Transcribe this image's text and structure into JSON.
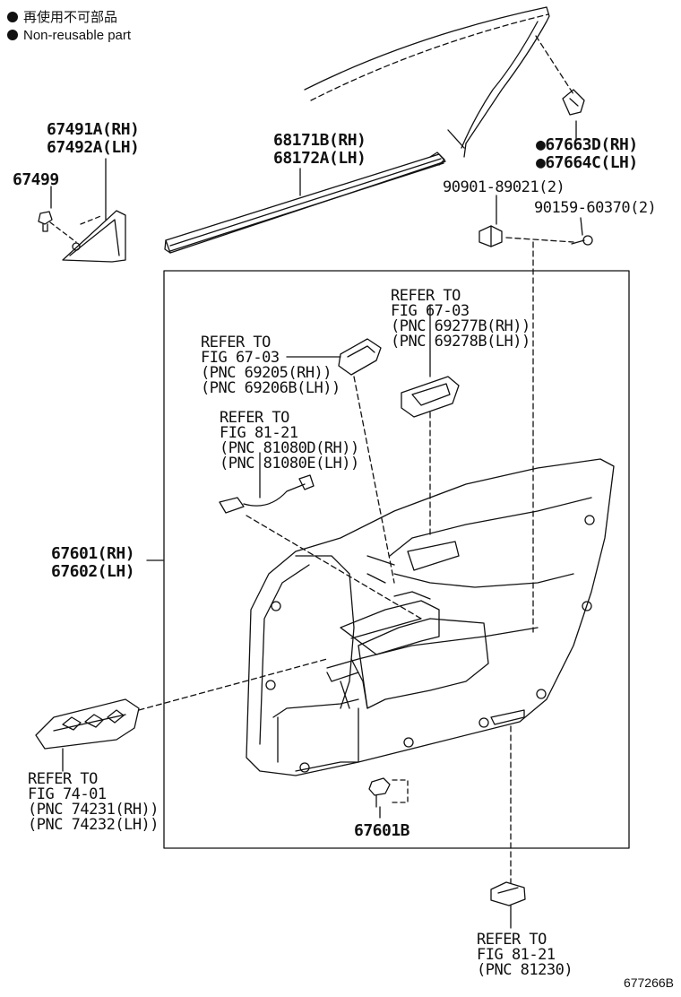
{
  "legend": [
    {
      "text": "再使用不可部品"
    },
    {
      "text": "Non-reusable part"
    }
  ],
  "parts": {
    "p67491": [
      "67491A(RH)",
      "67492A(LH)"
    ],
    "p67499": "67499",
    "p68171": [
      "68171B(RH)",
      "68172A(LH)"
    ],
    "p67663": [
      "●67663D(RH)",
      "●67664C(LH)"
    ],
    "p90901": "90901-89021(2)",
    "p90159": "90159-60370(2)",
    "p67601": [
      "67601(RH)",
      "67602(LH)"
    ],
    "p67601b": "67601B"
  },
  "refs": {
    "r1": [
      "REFER TO",
      "FIG 67-03",
      "(PNC 69277B(RH))",
      "(PNC 69278B(LH))"
    ],
    "r2": [
      "REFER TO",
      "FIG 67-03",
      "(PNC 69205(RH))",
      "(PNC 69206B(LH))"
    ],
    "r3": [
      "REFER TO",
      "FIG 81-21",
      "(PNC 81080D(RH))",
      "(PNC 81080E(LH))"
    ],
    "r4": [
      "REFER TO",
      "FIG 74-01",
      "(PNC 74231(RH))",
      "(PNC 74232(LH))"
    ],
    "r5": [
      "REFER TO",
      "FIG 81-21",
      "(PNC 81230)"
    ]
  },
  "figure_code": "677266B"
}
